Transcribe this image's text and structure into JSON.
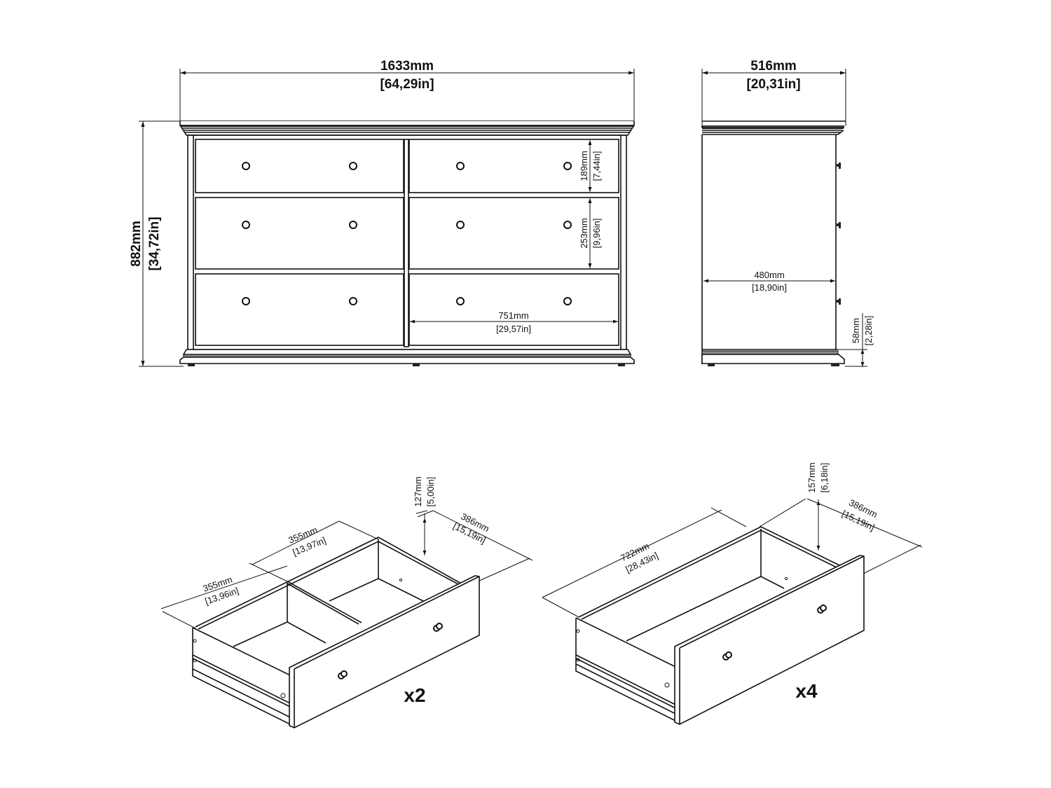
{
  "front_view": {
    "width_mm": "1633mm",
    "width_in": "[64,29in]",
    "height_mm": "882mm",
    "height_in": "[34,72in]",
    "top_drawer_height_mm": "189mm",
    "top_drawer_height_in": "[7,44in]",
    "drawer_height_mm": "253mm",
    "drawer_height_in": "[9,96in]",
    "drawer_width_mm": "751mm",
    "drawer_width_in": "[29,57in]"
  },
  "side_view": {
    "depth_mm": "516mm",
    "depth_in": "[20,31in]",
    "inner_depth_mm": "480mm",
    "inner_depth_in": "[18,90in]",
    "plinth_height_mm": "58mm",
    "plinth_height_in": "[2,28in]"
  },
  "drawer_small": {
    "compartment1_mm": "355mm",
    "compartment1_in": "[13,96in]",
    "compartment2_mm": "355mm",
    "compartment2_in": "[13,97in]",
    "height_mm": "127mm",
    "height_in": "[5,00in]",
    "depth_mm": "386mm",
    "depth_in": "[15,19in]",
    "quantity": "x2"
  },
  "drawer_large": {
    "length_mm": "722mm",
    "length_in": "[28,43in]",
    "height_mm": "157mm",
    "height_in": "[6,18in]",
    "depth_mm": "386mm",
    "depth_in": "[15,19in]",
    "quantity": "x4"
  },
  "colors": {
    "line": "#111111",
    "background": "#ffffff"
  }
}
